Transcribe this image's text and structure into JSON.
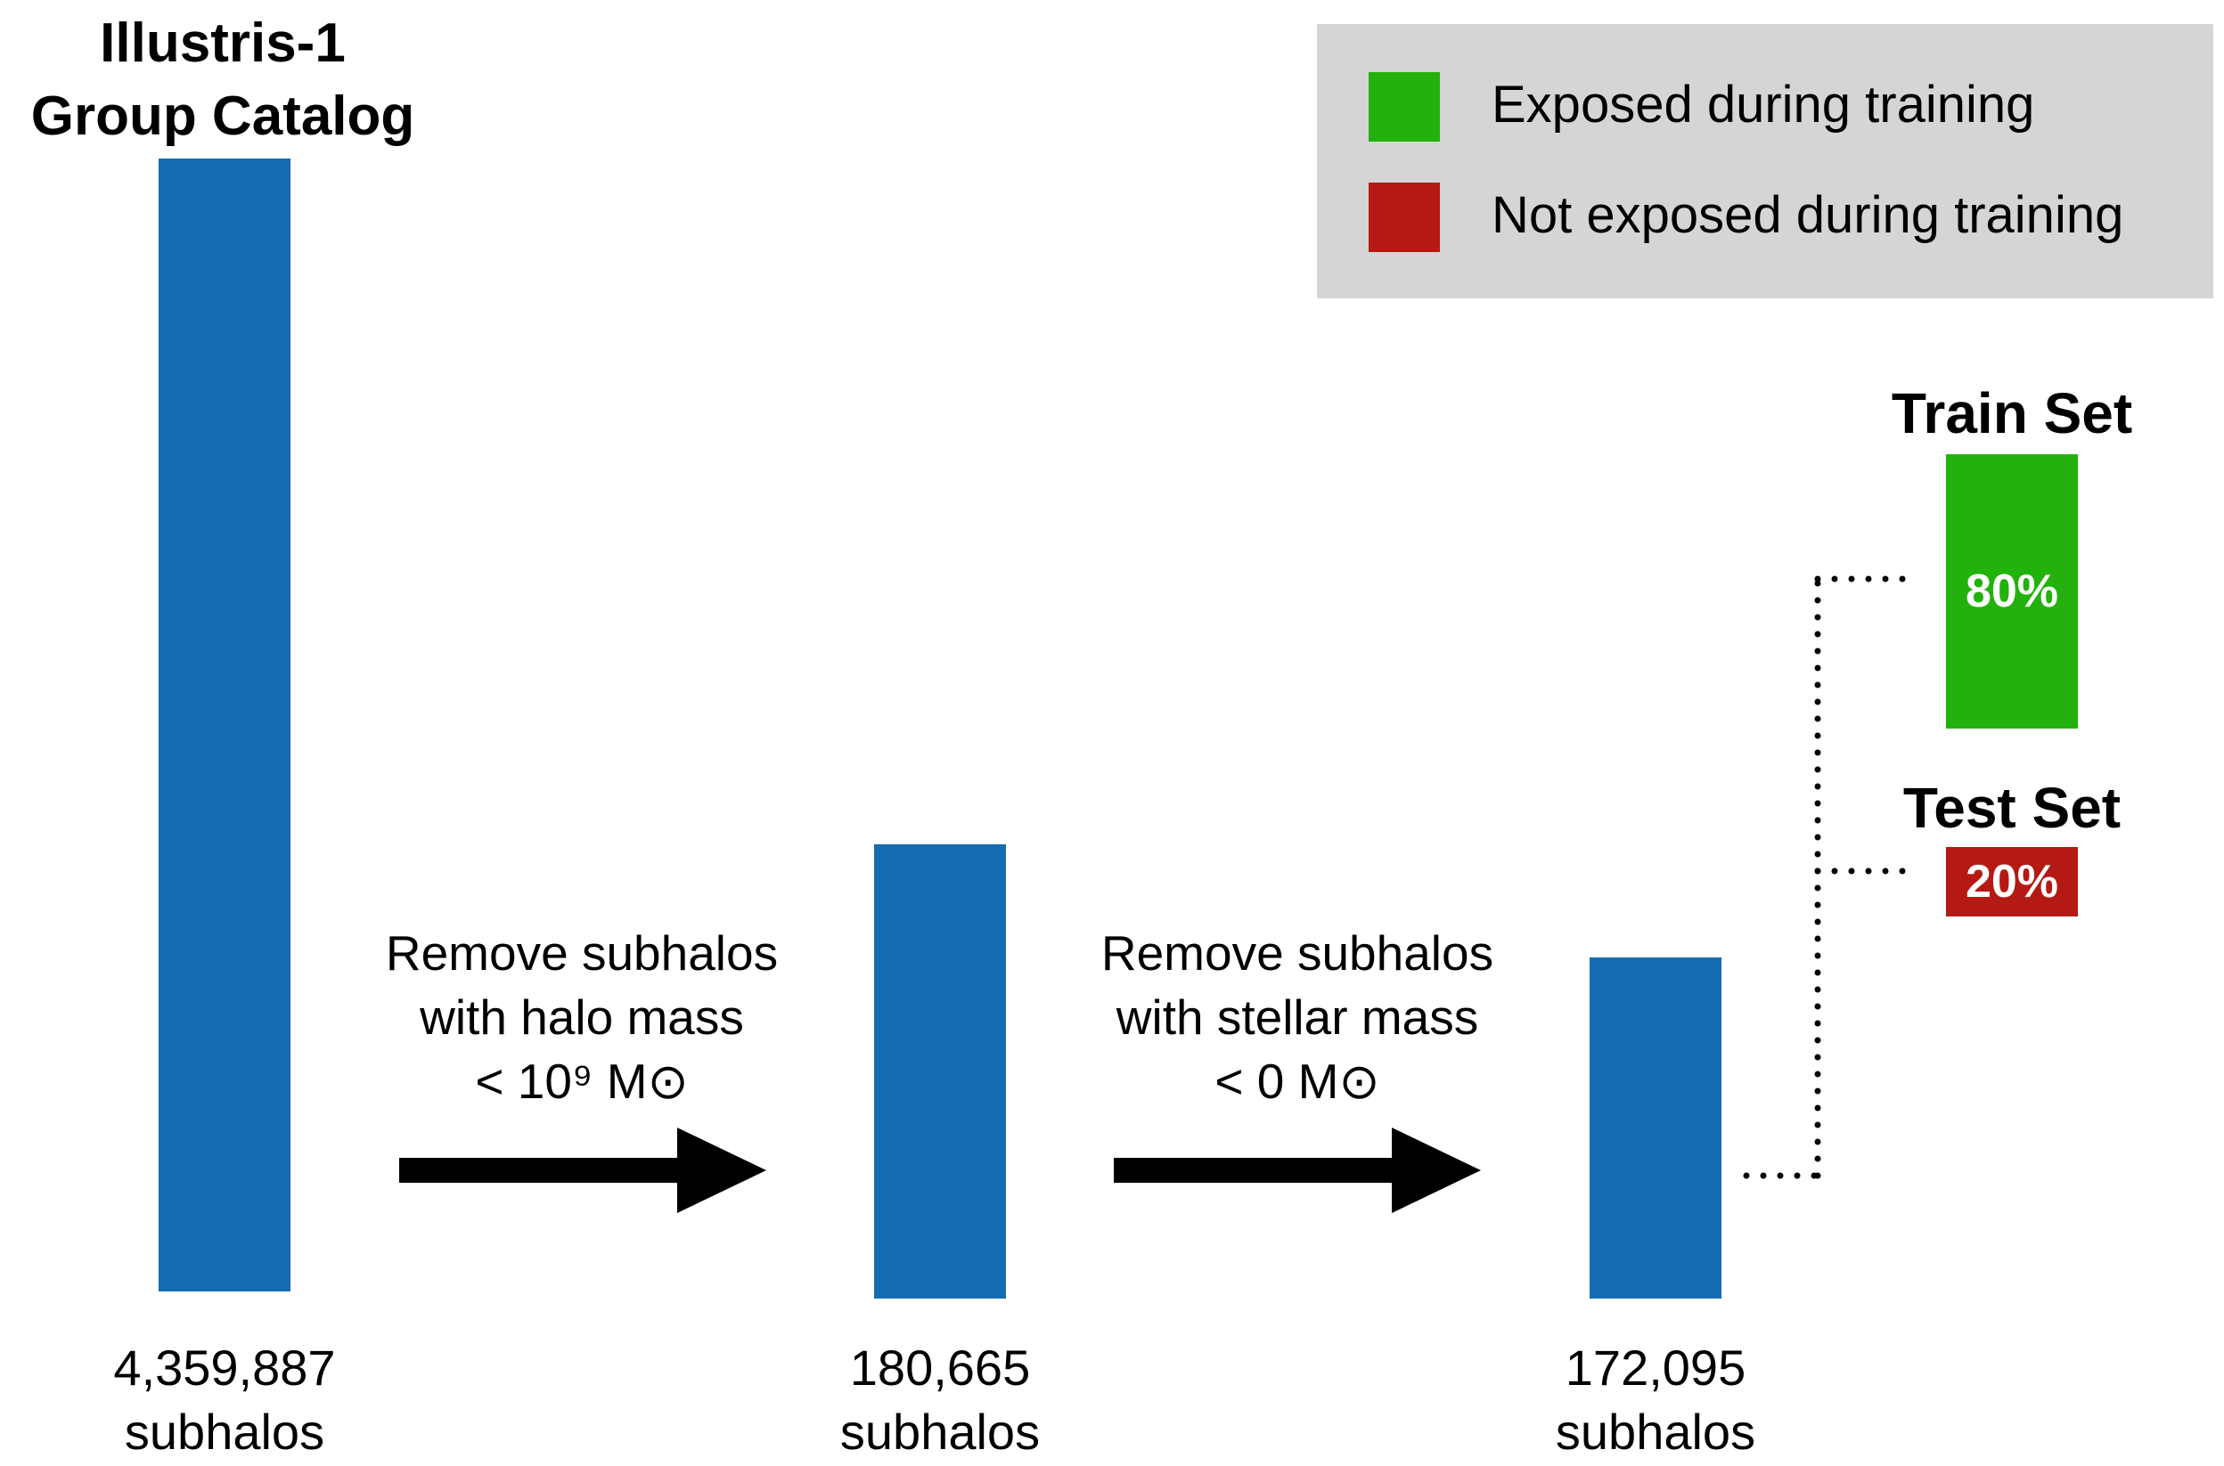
{
  "title": {
    "line1": "Illustris-1",
    "line2": "Group Catalog"
  },
  "legend": {
    "exposed": {
      "label": "Exposed during training",
      "color": "#23b20b"
    },
    "not_exposed": {
      "label": "Not exposed during training",
      "color": "#b41a13"
    }
  },
  "stages": [
    {
      "count": "4,359,887",
      "unit": "subhalos"
    },
    {
      "count": "180,665",
      "unit": "subhalos"
    },
    {
      "count": "172,095",
      "unit": "subhalos"
    }
  ],
  "steps": [
    {
      "line1": "Remove subhalos",
      "line2": "with halo mass",
      "line3": "< 10⁹ M⊙"
    },
    {
      "line1": "Remove subhalos",
      "line2": "with stellar mass",
      "line3": "< 0 M⊙"
    }
  ],
  "splits": {
    "train": {
      "title": "Train Set",
      "percent": "80%"
    },
    "test": {
      "title": "Test Set",
      "percent": "20%"
    }
  },
  "colors": {
    "bar": "#146bb1",
    "legend_bg": "#d6d5d5",
    "arrow": "#000000"
  }
}
